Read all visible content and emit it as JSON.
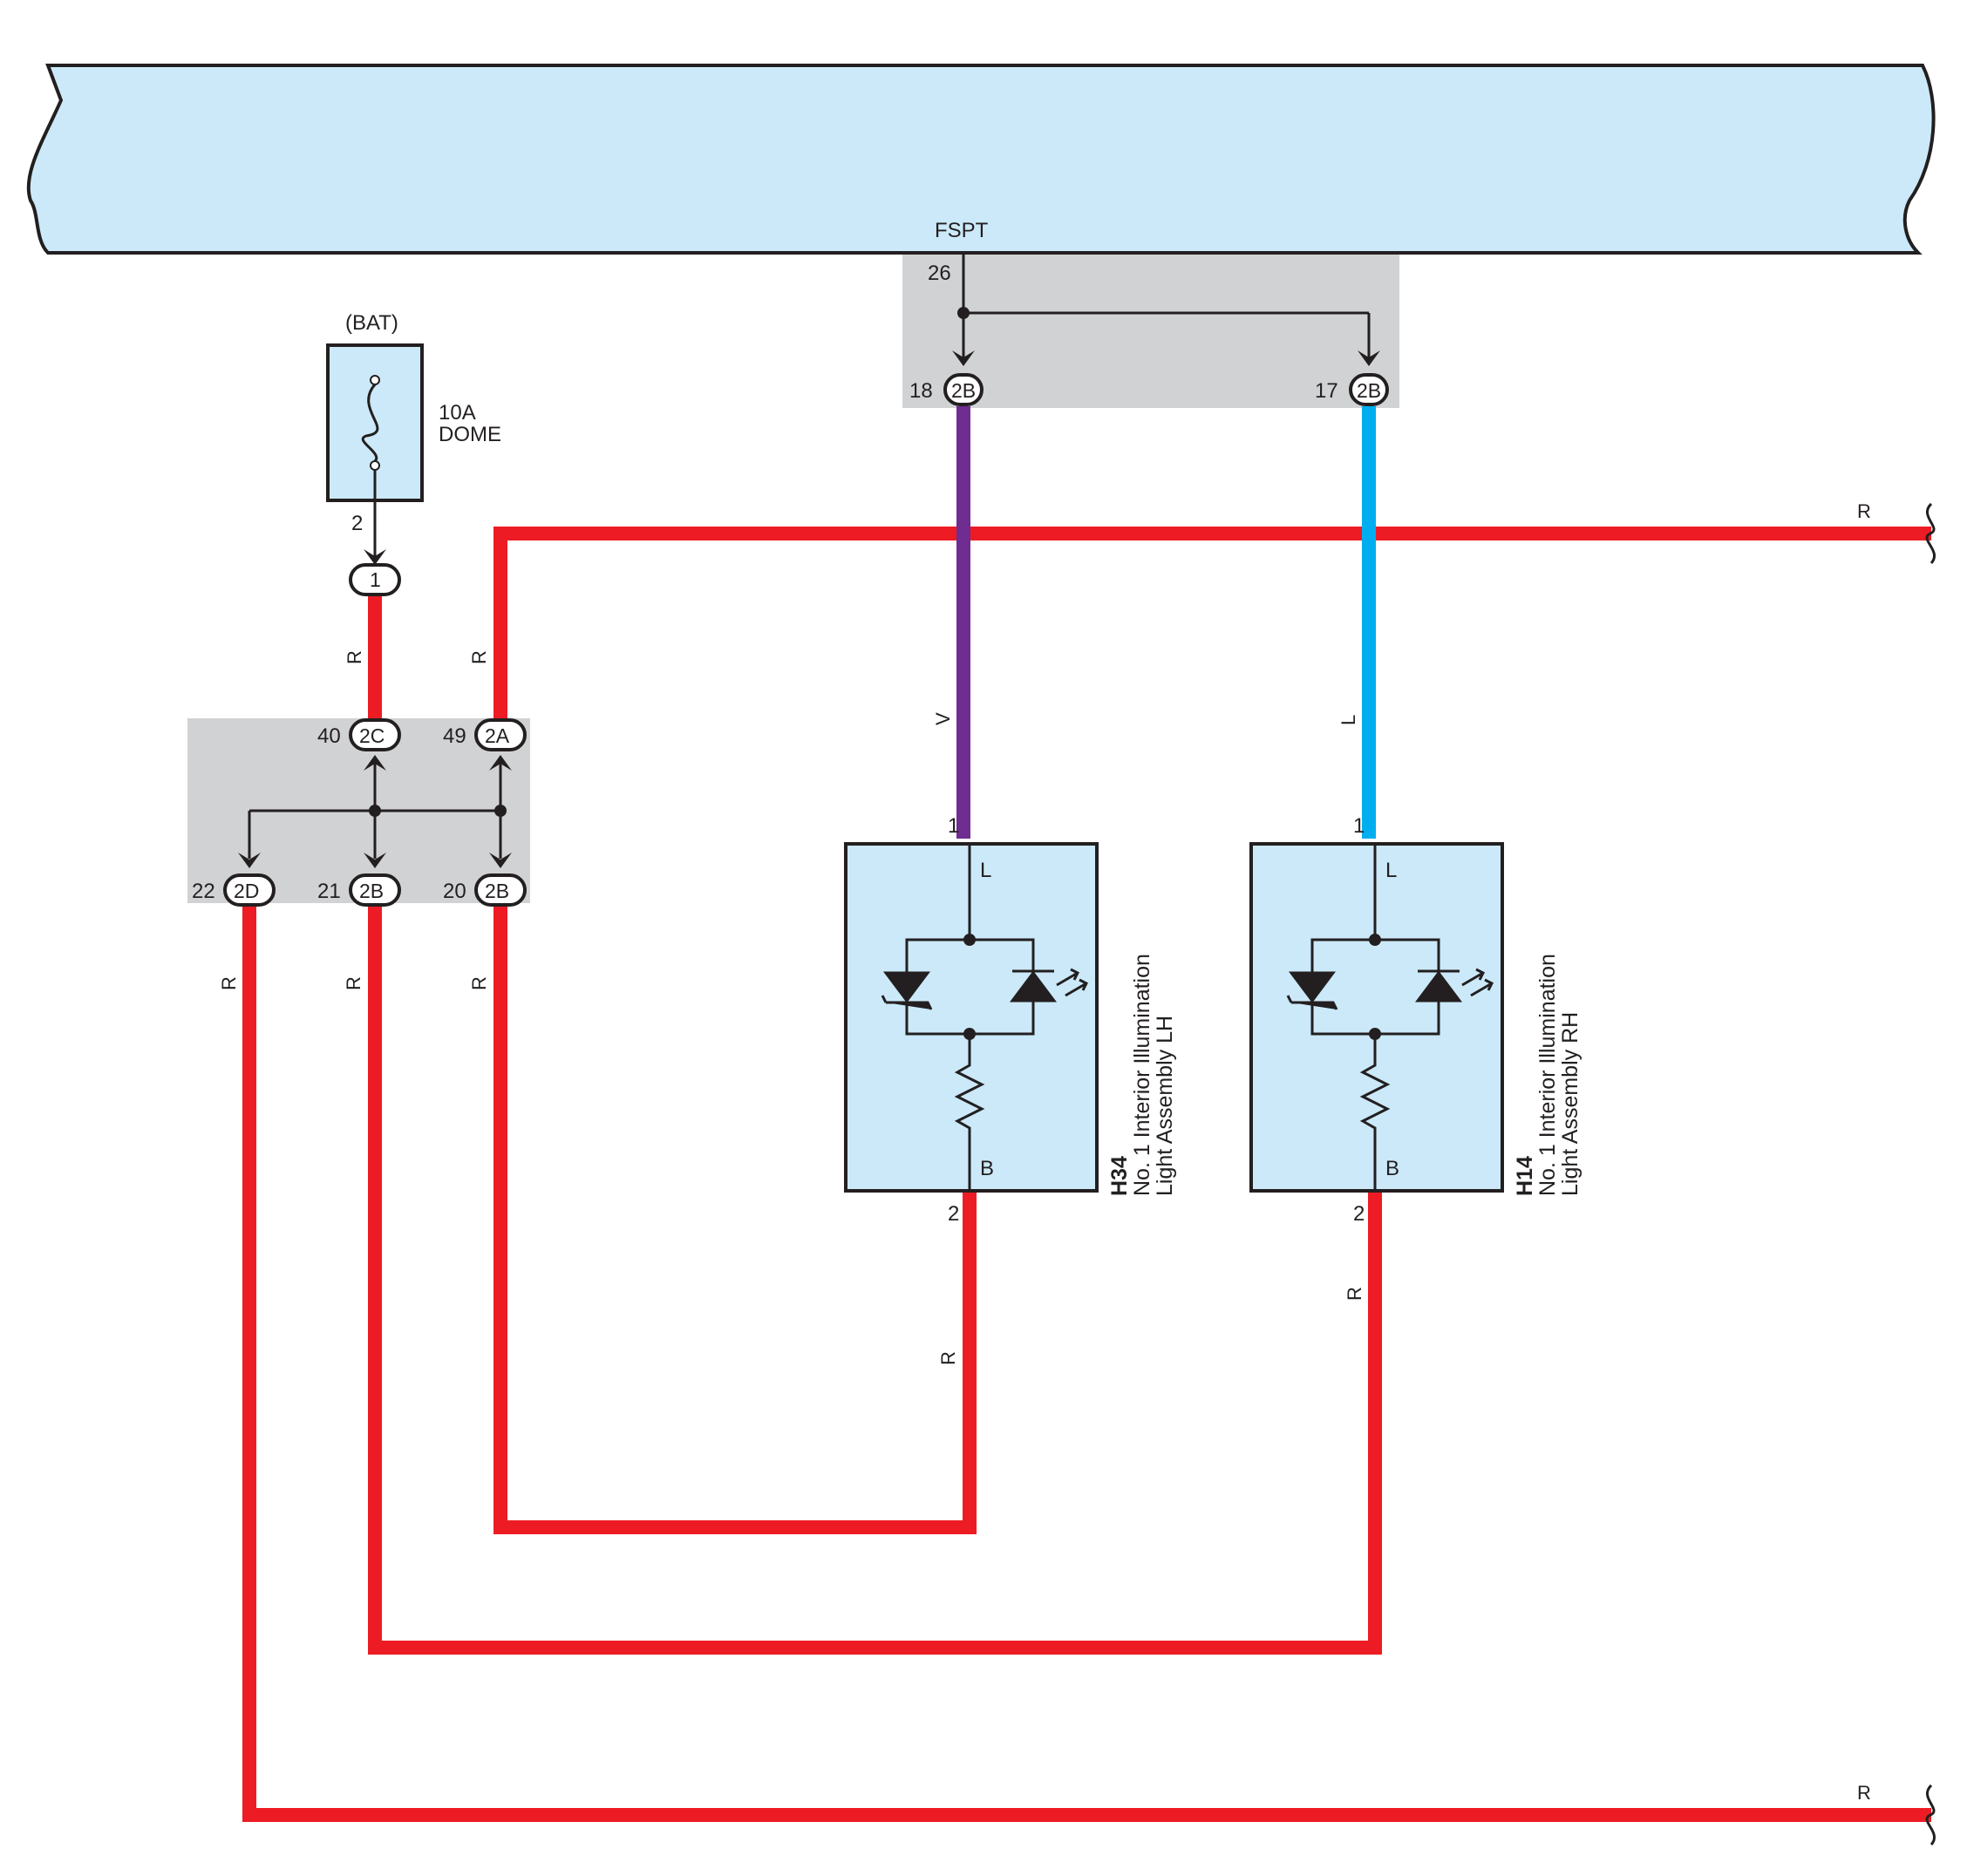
{
  "ecu": {
    "terminal_name": "FSPT",
    "terminal_pin": "26"
  },
  "fuse": {
    "source": "(BAT)",
    "rating": "10A",
    "name": "DOME",
    "out_pin": "2",
    "connector": "1"
  },
  "upper_junction": {
    "left": {
      "pin": "18",
      "conn": "2B"
    },
    "right": {
      "pin": "17",
      "conn": "2B"
    }
  },
  "lower_junction": {
    "in_left": {
      "pin": "40",
      "conn": "2C"
    },
    "in_right": {
      "pin": "49",
      "conn": "2A"
    },
    "out_1": {
      "pin": "22",
      "conn": "2D"
    },
    "out_2": {
      "pin": "21",
      "conn": "2B"
    },
    "out_3": {
      "pin": "20",
      "conn": "2B"
    }
  },
  "wires": {
    "fuse_to_junction": "R",
    "top_bus": "R",
    "lh_signal": "V",
    "rh_signal": "L",
    "out_1": "R",
    "out_2": "R",
    "out_3": "R",
    "lh_ground": "R",
    "rh_ground": "R",
    "bottom_bus": "R"
  },
  "lamps": [
    {
      "code": "H34",
      "line1": "No.  1 Interior Illumination",
      "line2": "Light Assembly LH",
      "pin_top": "1",
      "pin_bottom": "2",
      "term_top": "L",
      "term_bottom": "B"
    },
    {
      "code": "H14",
      "line1": "No.  1 Interior Illumination",
      "line2": "Light Assembly RH",
      "pin_top": "1",
      "pin_bottom": "2",
      "term_top": "L",
      "term_bottom": "B"
    }
  ],
  "colors": {
    "red_wire": "#ed1c24",
    "violet_wire": "#6f2c91",
    "blue_wire": "#00aeef",
    "component_fill": "#cbe9f9",
    "junction_fill": "#d1d2d4",
    "line": "#231f20"
  }
}
